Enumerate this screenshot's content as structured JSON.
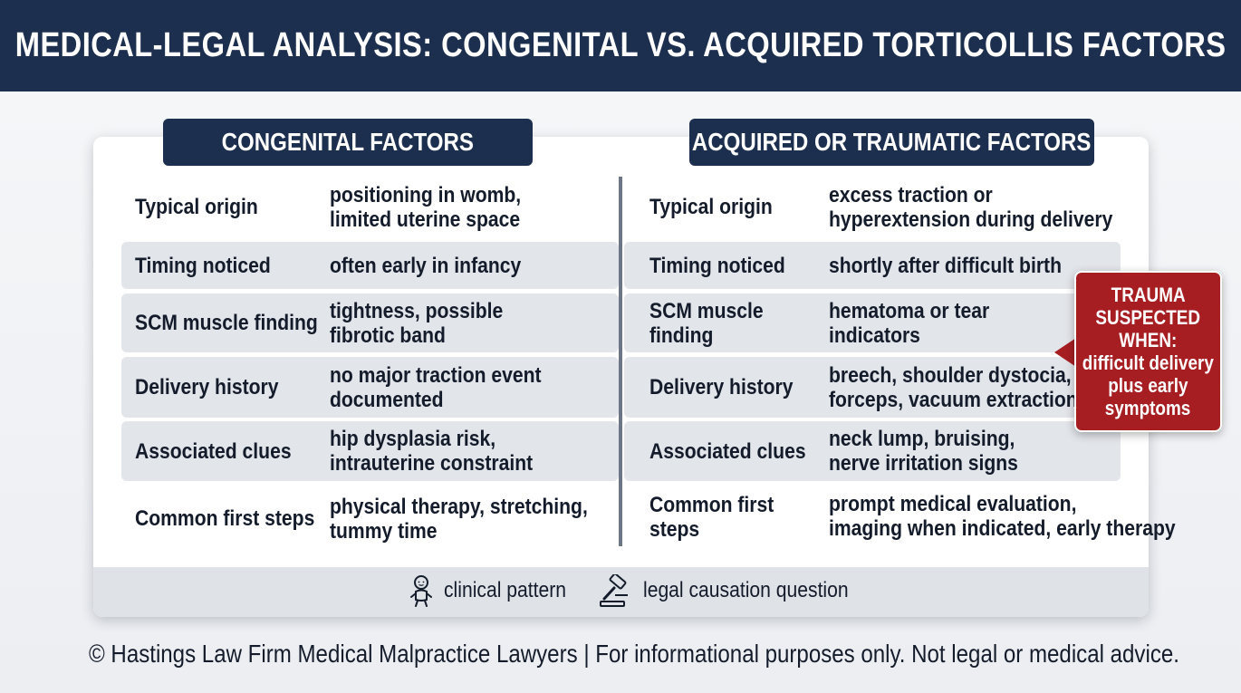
{
  "title": "MEDICAL-LEGAL ANALYSIS: CONGENITAL VS. ACQUIRED TORTICOLLIS FACTORS",
  "columns": {
    "left_header": "CONGENITAL FACTORS",
    "right_header": "ACQUIRED OR TRAUMATIC FACTORS"
  },
  "rows": [
    {
      "left_label": "Typical origin",
      "left_value": [
        "positioning in womb,",
        "limited uterine space"
      ],
      "right_label": [
        "Typical origin"
      ],
      "right_value": [
        "excess traction or",
        "hyperextension during delivery"
      ]
    },
    {
      "left_label": "Timing noticed",
      "left_value": [
        "often early in infancy"
      ],
      "right_label": [
        "Timing noticed"
      ],
      "right_value": [
        "shortly after difficult birth"
      ]
    },
    {
      "left_label": "SCM muscle finding",
      "left_value": [
        "tightness, possible",
        "fibrotic band"
      ],
      "right_label": [
        "SCM muscle",
        "finding"
      ],
      "right_value": [
        "hematoma or tear",
        "indicators"
      ]
    },
    {
      "left_label": "Delivery history",
      "left_value": [
        "no major traction event",
        "documented"
      ],
      "right_label": [
        "Delivery history"
      ],
      "right_value": [
        "breech, shoulder dystocia,",
        "forceps, vacuum extraction"
      ]
    },
    {
      "left_label": "Associated clues",
      "left_value": [
        "hip dysplasia risk,",
        "intrauterine constraint"
      ],
      "right_label": [
        "Associated clues"
      ],
      "right_value": [
        "neck lump, bruising,",
        "nerve irritation signs"
      ]
    },
    {
      "left_label": "Common first steps",
      "left_value": [
        "physical therapy, stretching,",
        "tummy time"
      ],
      "right_label": [
        "Common first",
        "steps"
      ],
      "right_value": [
        "prompt medical evaluation,",
        "imaging when indicated, early therapy"
      ]
    }
  ],
  "callout": {
    "lines": [
      "TRAUMA",
      "SUSPECTED",
      "WHEN:",
      "difficult delivery",
      "plus early",
      "symptoms"
    ]
  },
  "legend": {
    "clinical": "clinical pattern",
    "clinical_icon": "baby-icon",
    "legal": "legal causation question",
    "legal_icon": "gavel-icon"
  },
  "footer": "© Hastings Law Firm Medical Malpractice Lawyers | For informational purposes only. Not legal or medical advice.",
  "colors": {
    "navy": "#1d2f4f",
    "callout_red": "#a61e22",
    "row_shade": "#e2e5ea"
  }
}
